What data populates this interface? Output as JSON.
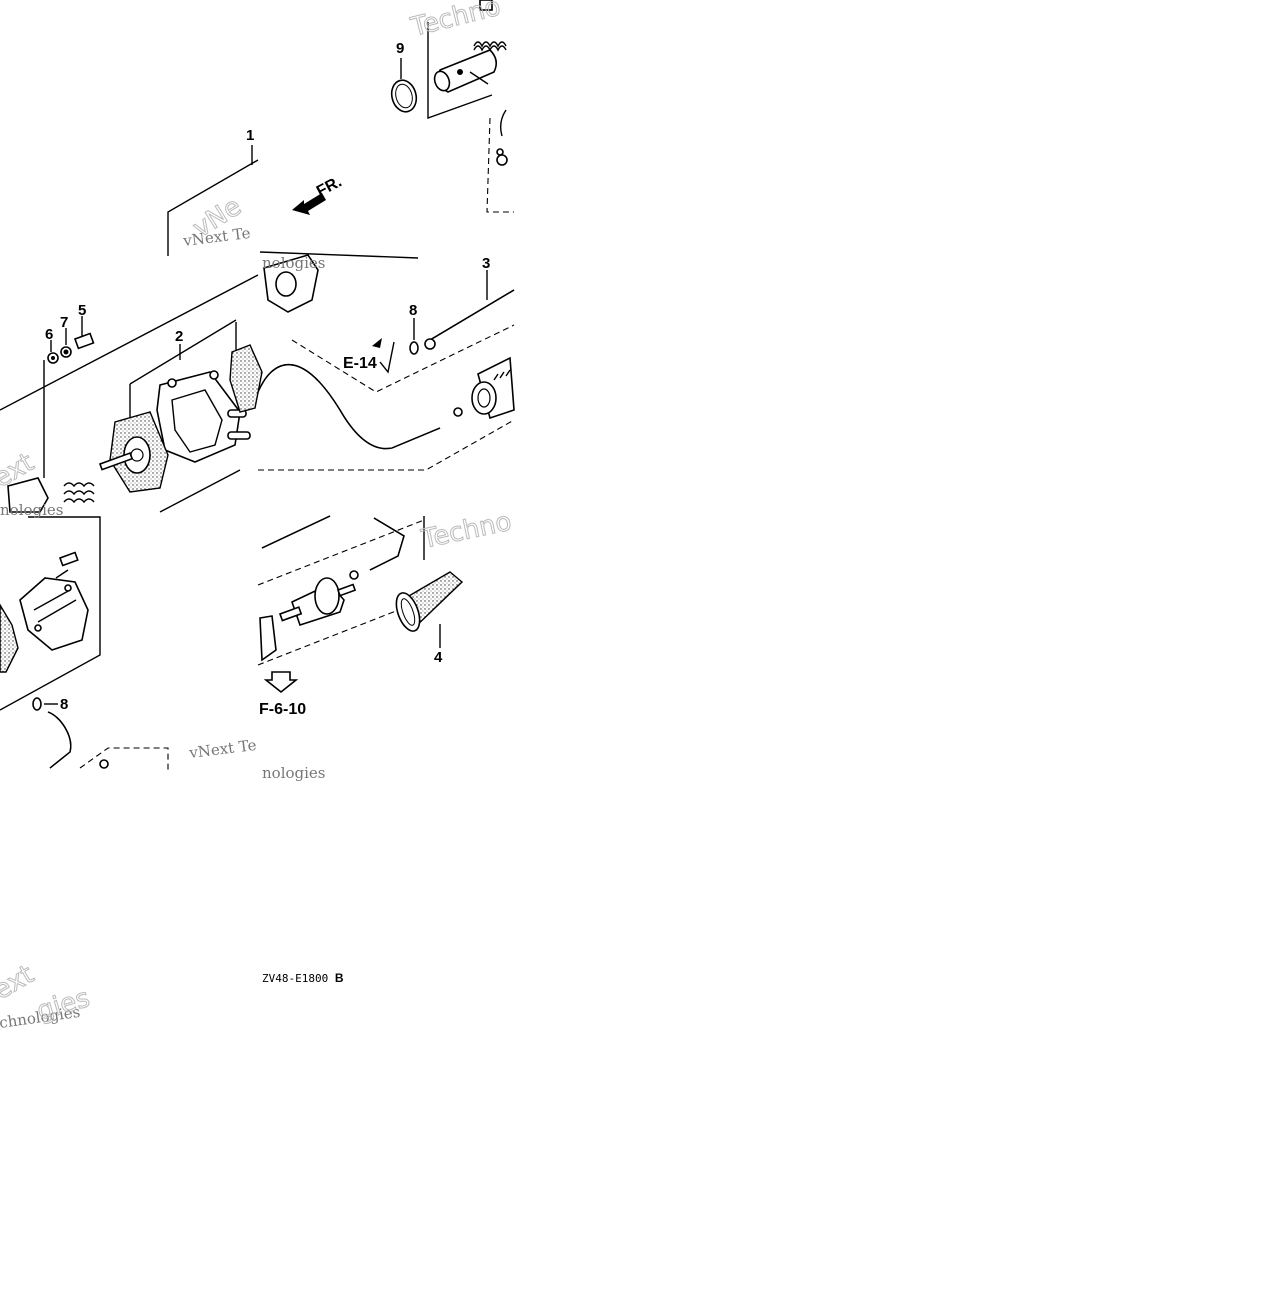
{
  "diagram": {
    "callouts": [
      "1",
      "2",
      "3",
      "4",
      "5",
      "6",
      "7",
      "8",
      "8",
      "9"
    ],
    "references": {
      "e14": "E-14",
      "f610": "F-6-10"
    },
    "direction_label": "FR.",
    "drawing_code": "ZV48-E1800",
    "drawing_revision": "B",
    "watermarks": {
      "tech": "Techno",
      "tech2": "Techno",
      "vnext": "vNext Te",
      "vnext2": "vNext Te",
      "vnext3": "vNe",
      "ologies": "nologies",
      "ologies2": "nologies",
      "ologies3": "nologies",
      "technologies": "Technologies",
      "ext": "ext",
      "hnologies": "chnologies",
      "jies": "gies"
    }
  }
}
